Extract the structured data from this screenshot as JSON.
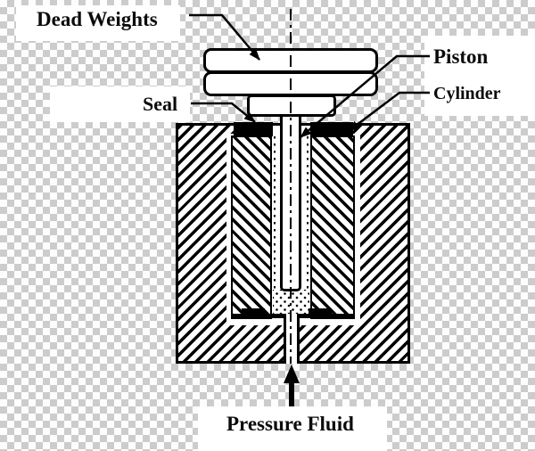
{
  "diagram": {
    "type": "engineering-cross-section",
    "subject": "dead weight pressure tester",
    "labels": {
      "dead_weights": "Dead Weights",
      "piston": "Piston",
      "cylinder": "Cylinder",
      "seal": "Seal",
      "pressure_fluid": "Pressure Fluid"
    },
    "annotations": [
      {
        "label": "Dead Weights",
        "points_to": "stacked weight discs"
      },
      {
        "label": "Piston",
        "points_to": "vertical piston rod"
      },
      {
        "label": "Cylinder",
        "points_to": "cylinder sleeve"
      },
      {
        "label": "Seal",
        "points_to": "black seal at sleeve top"
      },
      {
        "label": "Pressure Fluid",
        "points_to": "inlet channel at bottom (upward arrow)"
      }
    ],
    "colors": {
      "line": "#000000",
      "fill": "#ffffff",
      "checker_light": "#fdfdfd",
      "checker_dark": "#cccccc"
    }
  }
}
